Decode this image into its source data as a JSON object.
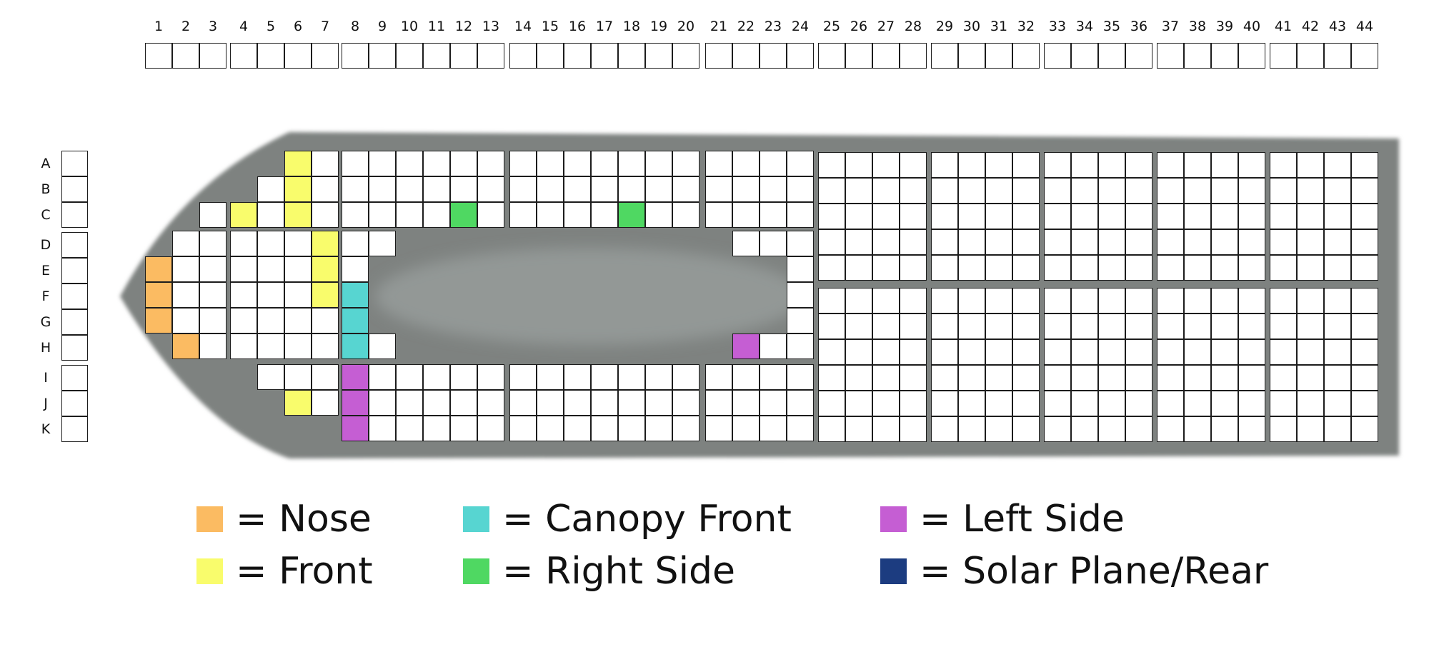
{
  "diagram": {
    "columns": [
      "1",
      "2",
      "3",
      "4",
      "5",
      "6",
      "7",
      "8",
      "9",
      "10",
      "11",
      "12",
      "13",
      "14",
      "15",
      "16",
      "17",
      "18",
      "19",
      "20",
      "21",
      "22",
      "23",
      "24",
      "25",
      "26",
      "27",
      "28",
      "29",
      "30",
      "31",
      "32",
      "33",
      "34",
      "35",
      "36",
      "37",
      "38",
      "39",
      "40",
      "41",
      "42",
      "43",
      "44"
    ],
    "rows": [
      "A",
      "B",
      "C",
      "D",
      "E",
      "F",
      "G",
      "H",
      "I",
      "J",
      "K"
    ],
    "colors": {
      "nose": "#fbbb62",
      "front": "#f9fc6c",
      "canopy_front": "#57d5d1",
      "right_side": "#4fd862",
      "left_side": "#c55ed3",
      "solar_plane_rear": "#1c3c80",
      "fuselage": "#7e8280",
      "canopy": "#939896",
      "cell_border": "#1c1c1c"
    },
    "legend": [
      {
        "key": "nose",
        "label": "= Nose"
      },
      {
        "key": "front",
        "label": "= Front"
      },
      {
        "key": "canopy_front",
        "label": "= Canopy Front"
      },
      {
        "key": "right_side",
        "label": "= Right Side"
      },
      {
        "key": "left_side",
        "label": "= Left Side"
      },
      {
        "key": "solar_plane_rear",
        "label": "= Solar Plane/Rear"
      }
    ],
    "shaded_cells": {
      "nose": [
        "E1",
        "F1",
        "G1",
        "H2"
      ],
      "front": [
        "A6",
        "B6",
        "C4",
        "C6",
        "D7",
        "E7",
        "F7",
        "J6"
      ],
      "canopy_front": [
        "F8",
        "G8",
        "H8"
      ],
      "right_side": [
        "C12",
        "C18"
      ],
      "left_side": [
        "H22",
        "I8",
        "J8",
        "K8"
      ],
      "solar_plane_rear": []
    }
  }
}
